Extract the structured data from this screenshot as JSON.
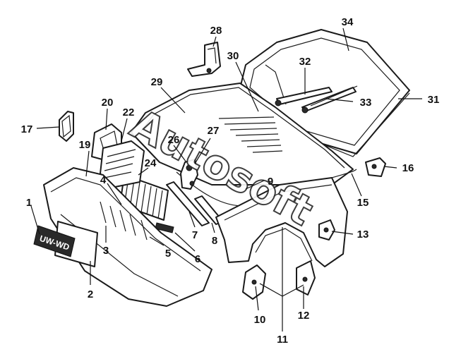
{
  "diagram": {
    "watermark": "Autosoft",
    "plate_text": "UW-WD",
    "callouts": [
      {
        "id": "c1",
        "label": "1"
      },
      {
        "id": "c2",
        "label": "2"
      },
      {
        "id": "c3",
        "label": "3"
      },
      {
        "id": "c4",
        "label": "4"
      },
      {
        "id": "c5",
        "label": "5"
      },
      {
        "id": "c6",
        "label": "6"
      },
      {
        "id": "c7",
        "label": "7"
      },
      {
        "id": "c8",
        "label": "8"
      },
      {
        "id": "c9",
        "label": "9"
      },
      {
        "id": "c10",
        "label": "10"
      },
      {
        "id": "c11",
        "label": "11"
      },
      {
        "id": "c12",
        "label": "12"
      },
      {
        "id": "c13",
        "label": "13"
      },
      {
        "id": "c15",
        "label": "15"
      },
      {
        "id": "c16",
        "label": "16"
      },
      {
        "id": "c17",
        "label": "17"
      },
      {
        "id": "c19",
        "label": "19"
      },
      {
        "id": "c20",
        "label": "20"
      },
      {
        "id": "c22",
        "label": "22"
      },
      {
        "id": "c24",
        "label": "24"
      },
      {
        "id": "c26",
        "label": "26"
      },
      {
        "id": "c27",
        "label": "27"
      },
      {
        "id": "c28",
        "label": "28"
      },
      {
        "id": "c29",
        "label": "29"
      },
      {
        "id": "c30",
        "label": "30"
      },
      {
        "id": "c31",
        "label": "31"
      },
      {
        "id": "c32",
        "label": "32"
      },
      {
        "id": "c33",
        "label": "33"
      },
      {
        "id": "c34",
        "label": "34"
      }
    ]
  }
}
